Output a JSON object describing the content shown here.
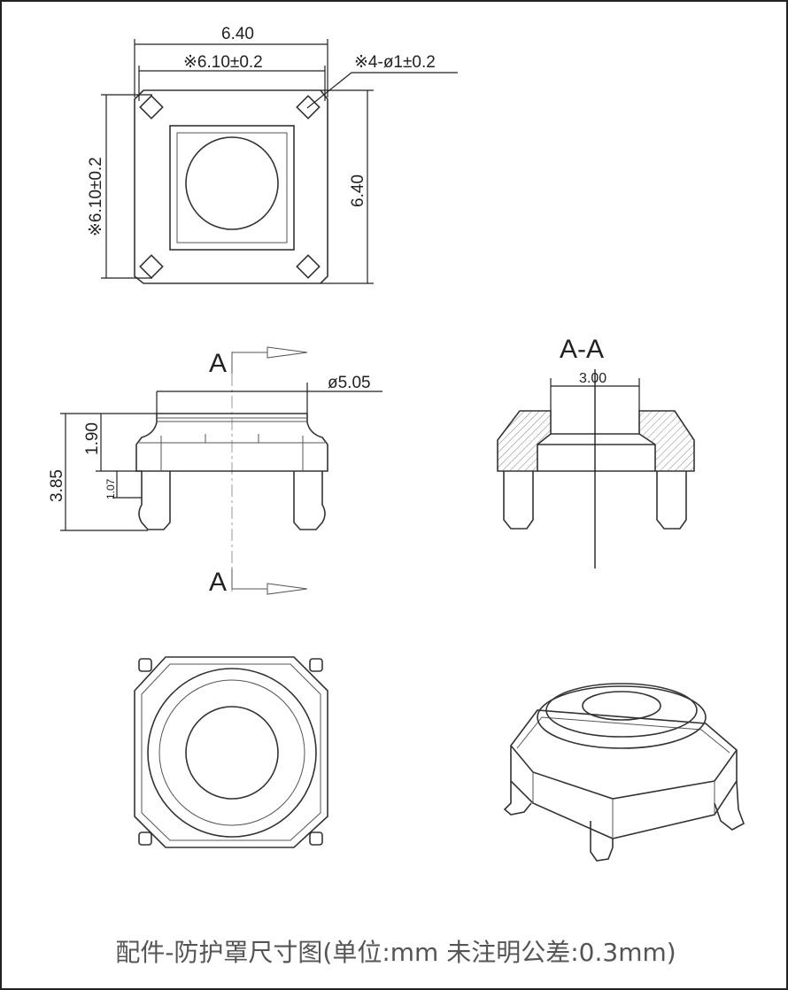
{
  "top_view": {
    "dim_width_overall": "6.40",
    "dim_width_pitch": "※6.10±0.2",
    "dim_hole": "※4-ø1±0.2",
    "dim_height_pitch": "※6.10±0.2",
    "dim_height_overall": "6.40"
  },
  "side_view": {
    "section_label_top": "A",
    "section_label_bottom": "A",
    "dim_cap_diameter": "ø5.05",
    "dim_total_height": "3.85",
    "dim_cap_height": "1.90",
    "dim_leg_step": "1.07"
  },
  "section_view": {
    "title": "A-A",
    "dim_hole_width": "3.00"
  },
  "caption": "配件-防护罩尺寸图(单位:mm 未注明公差:0.3mm)"
}
